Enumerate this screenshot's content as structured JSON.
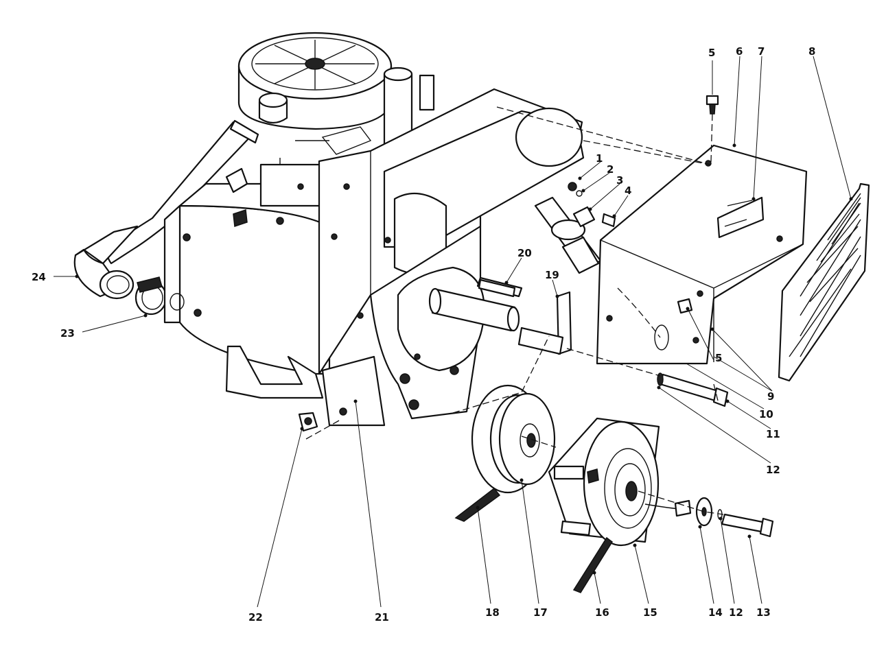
{
  "callouts": [
    {
      "id": "c1",
      "label": "1"
    },
    {
      "id": "c2",
      "label": "2"
    },
    {
      "id": "c3",
      "label": "3"
    },
    {
      "id": "c4",
      "label": "4"
    },
    {
      "id": "c5a",
      "label": "5"
    },
    {
      "id": "c5b",
      "label": "5"
    },
    {
      "id": "c6",
      "label": "6"
    },
    {
      "id": "c7",
      "label": "7"
    },
    {
      "id": "c8",
      "label": "8"
    },
    {
      "id": "c9",
      "label": "9"
    },
    {
      "id": "c10",
      "label": "10"
    },
    {
      "id": "c11",
      "label": "11"
    },
    {
      "id": "c12a",
      "label": "12"
    },
    {
      "id": "c12b",
      "label": "12"
    },
    {
      "id": "c13",
      "label": "13"
    },
    {
      "id": "c14",
      "label": "14"
    },
    {
      "id": "c15",
      "label": "15"
    },
    {
      "id": "c16",
      "label": "16"
    },
    {
      "id": "c17",
      "label": "17"
    },
    {
      "id": "c18",
      "label": "18"
    },
    {
      "id": "c19",
      "label": "19"
    },
    {
      "id": "c20",
      "label": "20"
    },
    {
      "id": "c21",
      "label": "21"
    },
    {
      "id": "c22",
      "label": "22"
    },
    {
      "id": "c23",
      "label": "23"
    },
    {
      "id": "c24",
      "label": "24"
    }
  ]
}
